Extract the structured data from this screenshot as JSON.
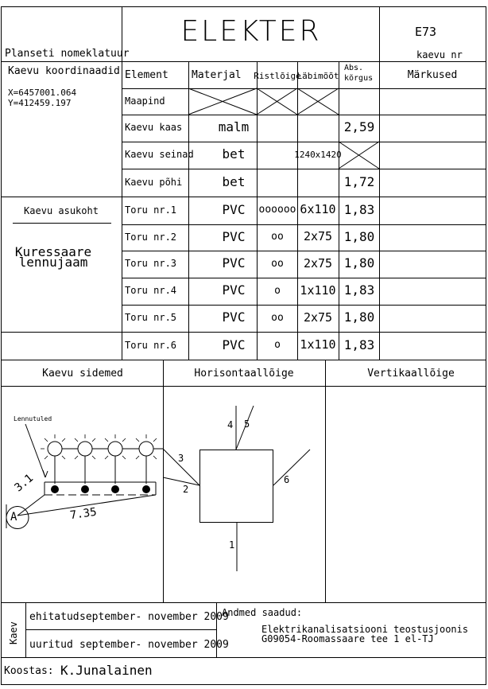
{
  "title": "ELEKTER",
  "header": {
    "nomenclature_label": "Planseti nomeklatuur",
    "well_number": "E73",
    "well_number_label": "kaevu nr"
  },
  "coordinates": {
    "label": "Kaevu koordinaadid",
    "x": "X=6457001.064",
    "y": "Y=412459.197"
  },
  "location": {
    "label": "Kaevu asukoht",
    "line1": "Kuressaare",
    "line2": "lennujaam"
  },
  "table": {
    "headers": {
      "element": "Element",
      "material": "Materjal",
      "cross_section": "Ristlõige",
      "diameter": "Läbimõõt",
      "abs_height_1": "Abs.",
      "abs_height_2": "kõrgus",
      "notes": "Märkused"
    },
    "rows": [
      {
        "element": "Maapind",
        "material": "",
        "cross_section": "",
        "diameter": "",
        "height": ""
      },
      {
        "element": "Kaevu kaas",
        "material": "malm",
        "cross_section": "",
        "diameter": "",
        "height": "2,59"
      },
      {
        "element": "Kaevu seinad",
        "material": "bet",
        "cross_section": "",
        "diameter": "1240x1420",
        "height": ""
      },
      {
        "element": "Kaevu põhi",
        "material": "bet",
        "cross_section": "",
        "diameter": "",
        "height": "1,72"
      },
      {
        "element": "Toru nr.1",
        "material": "PVC",
        "cross_section": "oooooo",
        "diameter": "6x110",
        "height": "1,83"
      },
      {
        "element": "Toru nr.2",
        "material": "PVC",
        "cross_section": "oo",
        "diameter": "2x75",
        "height": "1,80"
      },
      {
        "element": "Toru nr.3",
        "material": "PVC",
        "cross_section": "oo",
        "diameter": "2x75",
        "height": "1,80"
      },
      {
        "element": "Toru nr.4",
        "material": "PVC",
        "cross_section": "o",
        "diameter": "1x110",
        "height": "1,83"
      },
      {
        "element": "Toru nr.5",
        "material": "PVC",
        "cross_section": "oo",
        "diameter": "2x75",
        "height": "1,80"
      },
      {
        "element": "Toru nr.6",
        "material": "PVC",
        "cross_section": "o",
        "diameter": "1x110",
        "height": "1,83"
      }
    ]
  },
  "sections": {
    "connections": "Kaevu sidemed",
    "horizontal": "Horisontaallõige",
    "vertical": "Vertikaallõige"
  },
  "sketch": {
    "lights_label": "Lennutuled",
    "dim_short": "3.1",
    "dim_long": "7.35",
    "point_label": "A",
    "pipe_labels": [
      "1",
      "2",
      "3",
      "4",
      "5",
      "6"
    ]
  },
  "footer": {
    "well_label": "Kaev",
    "built_label": "ehitatud",
    "built_value": "september- november 2009",
    "surveyed_label": "uuritud",
    "surveyed_value": "september- november 2009",
    "data_source_label": "Andmed saadud:",
    "source_line1": "Elektrikanalisatsiooni teostusjoonis",
    "source_line2": "G09054-Roomassaare tee 1 el-TJ",
    "author_label": "Koostas:",
    "author": "K.Junalainen"
  }
}
